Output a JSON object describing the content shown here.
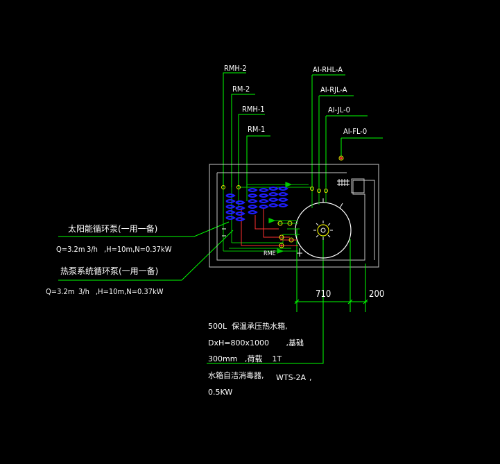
{
  "colors": {
    "background": "#000000",
    "leader": "#00ff00",
    "frame": "#c8c8c8",
    "pipe_green": "#00c800",
    "pipe_red": "#ff3030",
    "pump_blue": "#1e1eff",
    "valve_yellow": "#e8e800",
    "white": "#ffffff"
  },
  "pipe_labels": {
    "rmh2": "RMH-2",
    "rm2": "RM-2",
    "rmh1": "RMH-1",
    "rm1": "RM-1",
    "rhl": "AI-RHL-A",
    "rjl": "AI-RJL-A",
    "jl": "AI-JL-0",
    "fl": "AI-FL-0",
    "rme": "RME"
  },
  "pumps": {
    "solar_name": "太阳能循环泵(一用一备)",
    "solar_spec_q": "Q=3.2m",
    "solar_spec_unit": "3/h",
    "solar_spec_rest": ",H=10m,N=0.37kW",
    "heat_name": "热泵系统循环泵(一用一备)",
    "heat_spec_q": "Q=3.2m",
    "heat_spec_unit": "3/h",
    "heat_spec_rest": ",H=10m,N=0.37kW"
  },
  "dimensions": {
    "d1": "710",
    "d2": "200"
  },
  "tank_note": {
    "line1": "500L  保温承压热水箱,",
    "line2": "DxH=800x1000       ,基础",
    "line3": "300mm   ,荷载    1T",
    "line4a": "水箱自洁消毒器,",
    "line4b": "WTS-2A",
    "line4c": ",",
    "line5": "0.5KW"
  }
}
